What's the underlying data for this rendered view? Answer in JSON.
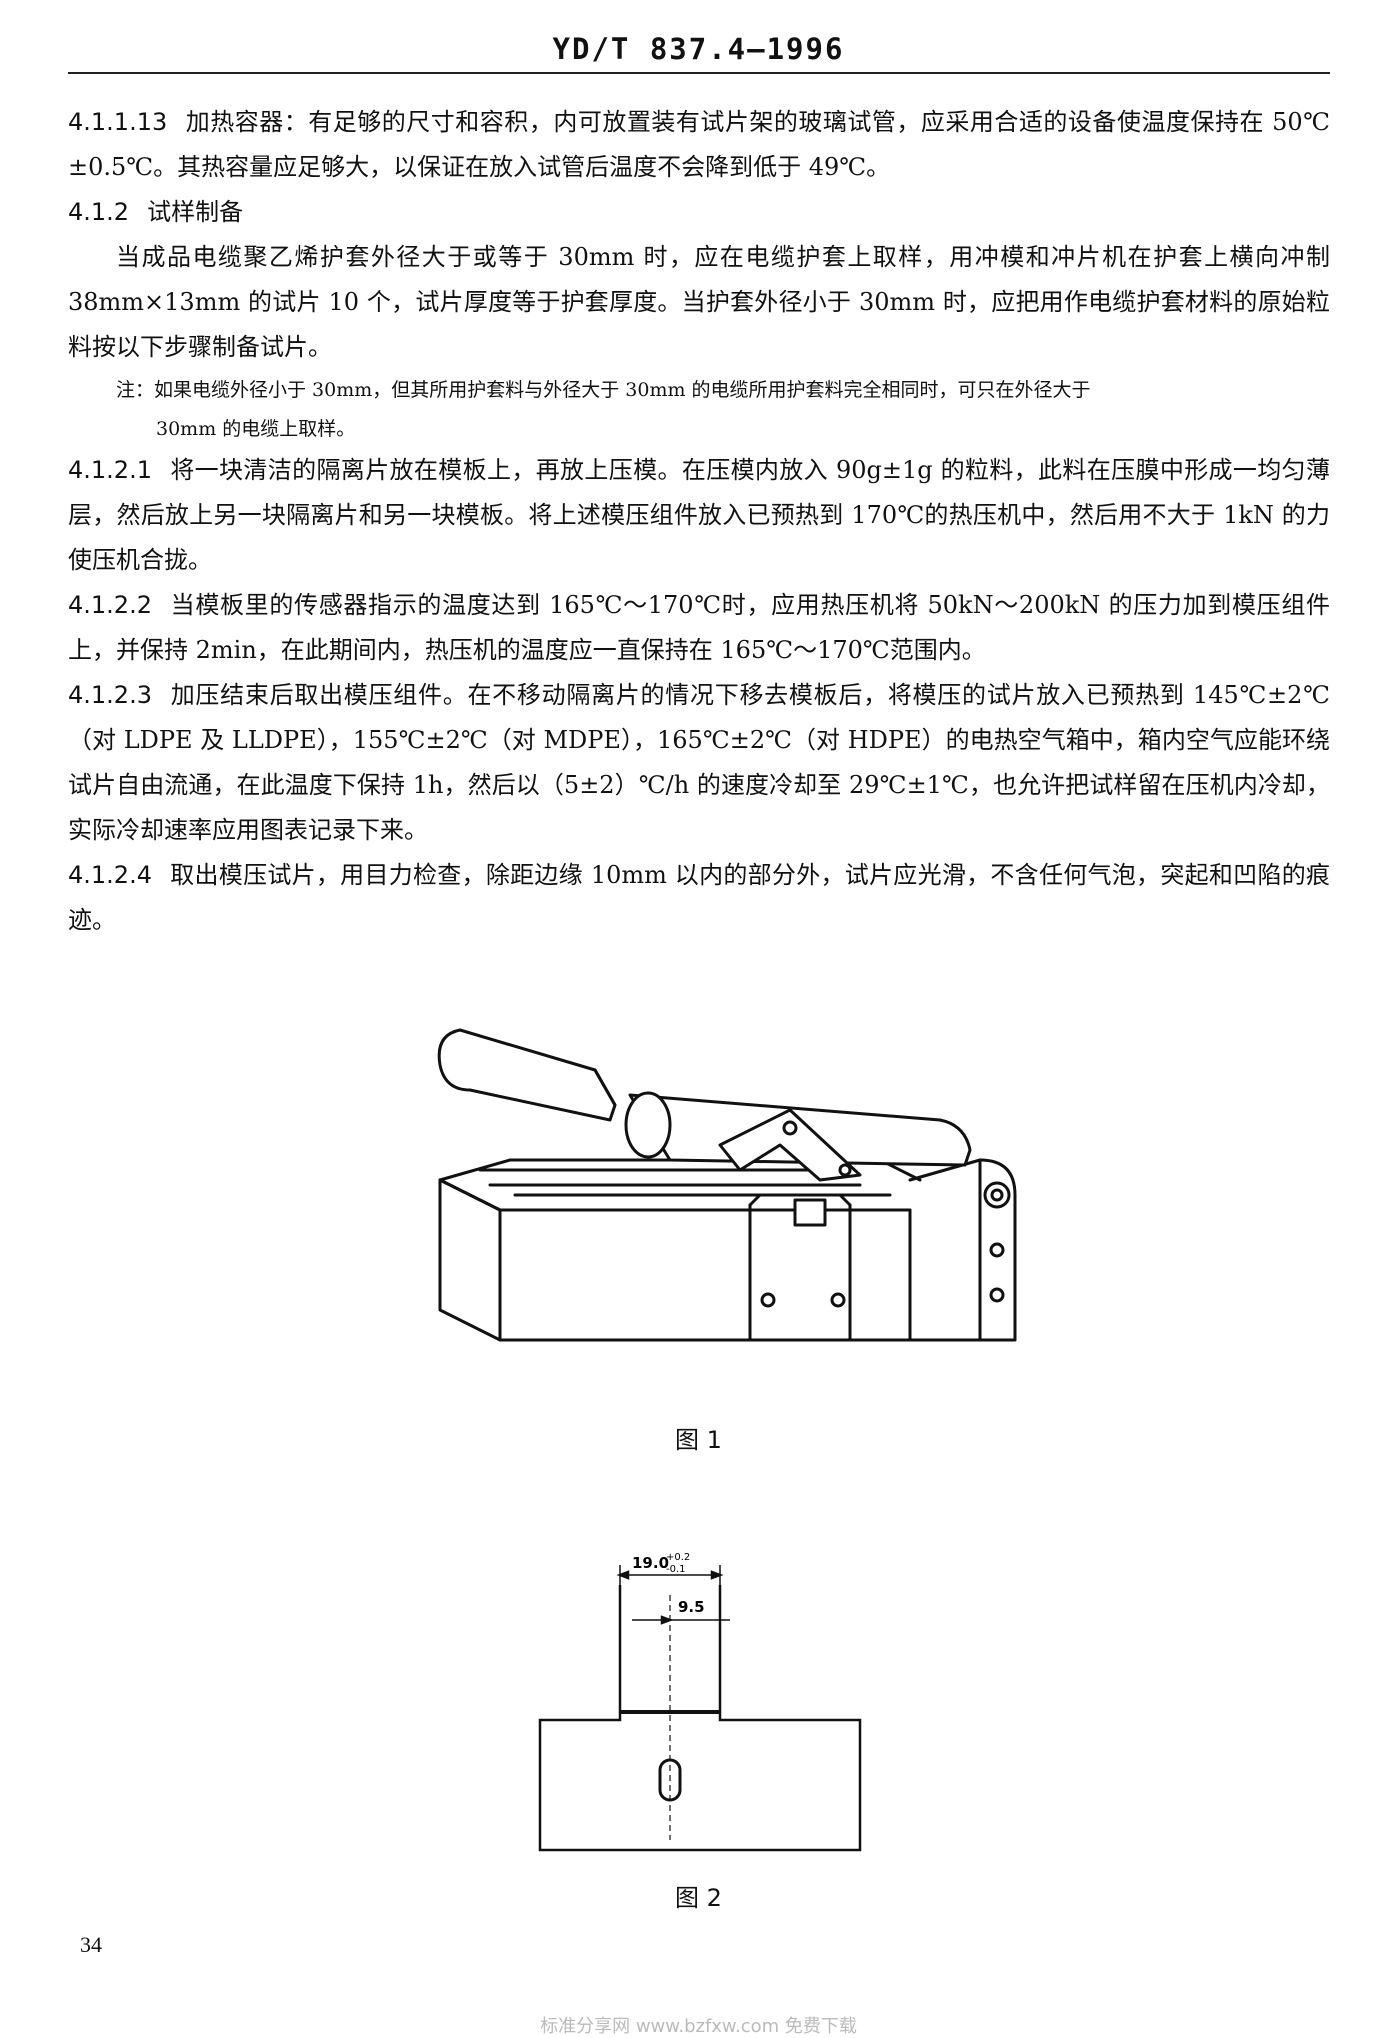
{
  "header": {
    "standard_code": "YD/T 837.4—1996"
  },
  "sections": [
    {
      "num": "4.1.1.13",
      "text": "加热容器：有足够的尺寸和容积，内可放置装有试片架的玻璃试管，应采用合适的设备使温度保持在 50℃±0.5℃。其热容量应足够大，以保证在放入试管后温度不会降到低于 49℃。"
    },
    {
      "num": "4.1.2",
      "text": "试样制备"
    },
    {
      "num": "",
      "text": "当成品电缆聚乙烯护套外径大于或等于 30mm 时，应在电缆护套上取样，用冲模和冲片机在护套上横向冲制 38mm×13mm 的试片 10 个，试片厚度等于护套厚度。当护套外径小于 30mm 时，应把用作电缆护套材料的原始粒料按以下步骤制备试片。"
    }
  ],
  "note": {
    "text": "注：如果电缆外径小于 30mm，但其所用护套料与外径大于 30mm 的电缆所用护套料完全相同时，可只在外径大于",
    "cont": "30mm 的电缆上取样。"
  },
  "steps": [
    {
      "num": "4.1.2.1",
      "text": "将一块清洁的隔离片放在模板上，再放上压模。在压模内放入 90g±1g 的粒料，此料在压膜中形成一均匀薄层，然后放上另一块隔离片和另一块模板。将上述模压组件放入已预热到 170℃的热压机中，然后用不大于 1kN 的力使压机合拢。"
    },
    {
      "num": "4.1.2.2",
      "text": "当模板里的传感器指示的温度达到 165℃～170℃时，应用热压机将 50kN～200kN 的压力加到模压组件上，并保持 2min，在此期间内，热压机的温度应一直保持在 165℃～170℃范围内。"
    },
    {
      "num": "4.1.2.3",
      "text": "加压结束后取出模压组件。在不移动隔离片的情况下移去模板后，将模压的试片放入已预热到 145℃±2℃（对 LDPE 及 LLDPE），155℃±2℃（对 MDPE），165℃±2℃（对 HDPE）的电热空气箱中，箱内空气应能环绕试片自由流通，在此温度下保持 1h，然后以（5±2）℃/h 的速度冷却至 29℃±1℃，也允许把试样留在压机内冷却，实际冷却速率应用图表记录下来。"
    },
    {
      "num": "4.1.2.4",
      "text": "取出模压试片，用目力检查，除距边缘 10mm 以内的部分外，试片应光滑，不含任何气泡，突起和凹陷的痕迹。"
    }
  ],
  "figure1": {
    "caption": "图 1"
  },
  "figure2": {
    "caption": "图 2",
    "dim_width_base": "19.0",
    "dim_tol_upper": "+0.2",
    "dim_tol_lower": "-0.1",
    "dim_half": "9.5"
  },
  "page_number": "34",
  "watermark": "标准分享网 www.bzfxw.com 免费下载"
}
